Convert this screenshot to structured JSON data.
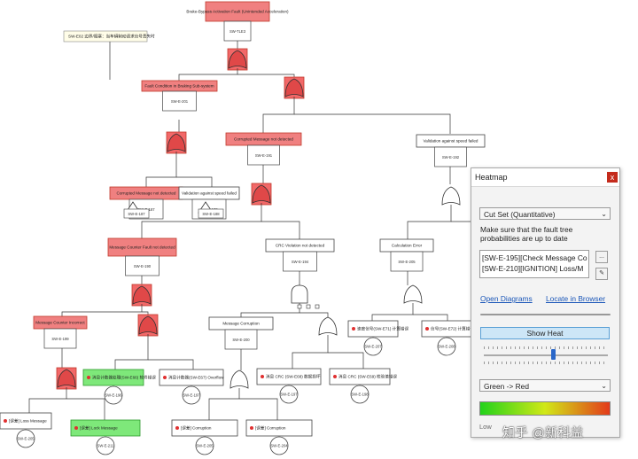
{
  "nodes": [
    {
      "id": "top",
      "text": "Brake-Bypass Activation Fault (Unintended Acceleration)",
      "label": "SW-TLE3",
      "red": true
    },
    {
      "id": "note",
      "text": "SW-E02 边界/阻塞：当车辆制动请求信号丢失时"
    },
    {
      "id": "n1",
      "text": "Fault Condition in Braking Sub-system",
      "label": "SW-E-201",
      "red": true
    },
    {
      "id": "n2",
      "text": "Corrupted Message not detected",
      "label": "SW-E-191",
      "red": true
    },
    {
      "id": "n3",
      "text": "Validation against speed failed",
      "label": "SW-E-192",
      "red": false
    },
    {
      "id": "n4",
      "text": "Corrupted Message not detected",
      "label": "SW-E-187",
      "red": true
    },
    {
      "id": "n5",
      "text": "Validation against speed failed",
      "label": "SW-E-188",
      "red": false
    },
    {
      "id": "n6",
      "text": "Message Counter Fault not detected",
      "label": "SW-E-190",
      "red": true
    },
    {
      "id": "n7",
      "text": "CRC Violation not detected",
      "label": "SW-E-194",
      "red": false
    },
    {
      "id": "n8",
      "text": "Calculation Error",
      "label": "SW-E-205",
      "red": false
    },
    {
      "id": "n9",
      "text": "Message Counter Incorrect",
      "label": "SW-E-199",
      "red": true
    },
    {
      "id": "n10",
      "text": "Message Corruption",
      "label": "SW-E-200",
      "red": false
    },
    {
      "id": "b1",
      "text": "速度信号(SW-E71) 计算错误",
      "label": "SW-E-207"
    },
    {
      "id": "b2",
      "text": "信号(SW-E72) 计算错误",
      "label": "SW-E-208"
    },
    {
      "id": "b3",
      "text": "消息计数器处理(SW-E66) 软件错误",
      "label": "SW-E-196",
      "green": true
    },
    {
      "id": "b4",
      "text": "消息计数器(SW-E67) Overflow",
      "label": "SW-E-197"
    },
    {
      "id": "b5",
      "text": "消息 CRC (SW-E68) 数据损坏",
      "label": "SW-E-197"
    },
    {
      "id": "b6",
      "text": "消息 CRC (SW-E69) 校验值错误",
      "label": "SW-E-198"
    },
    {
      "id": "b7",
      "text": "[误差] Loss Message",
      "label": "SW-E-205"
    },
    {
      "id": "b8",
      "text": "[误差] Lock Message",
      "label": "SW-E-211",
      "green": true
    },
    {
      "id": "b9",
      "text": "[误差] Corruption",
      "label": "SW-E-205"
    },
    {
      "id": "b10",
      "text": "[误差] Corruption",
      "label": "SW-E-204"
    }
  ],
  "heatmap": {
    "title": "Heatmap",
    "close_label": "x",
    "mode": "Cut Set (Quantitative)",
    "note": "Make sure that the fault tree probabilities are up to date",
    "cut_sets": [
      "[SW-E-195][Check Message Co",
      "[SW-E-210][IGNITION] Loss/M"
    ],
    "more_label": "...",
    "open_diagrams": "Open Diagrams",
    "locate": "Locate in Browser",
    "show_heat": "Show Heat",
    "scale": "Green -> Red",
    "low": "Low",
    "slider_fraction": 0.55,
    "gradient_colors": [
      "#22d21a",
      "#d1e818",
      "#e33a1a"
    ]
  },
  "watermark": "知乎 @新科益"
}
